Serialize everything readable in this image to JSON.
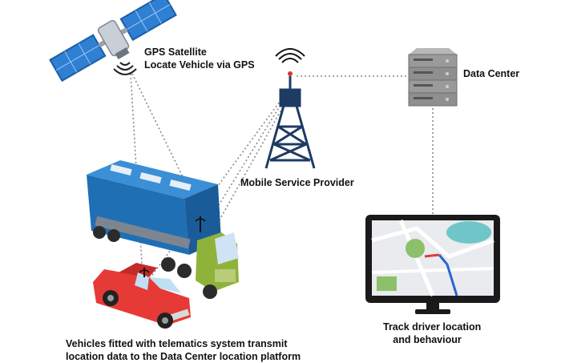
{
  "labels": {
    "gps_line1": "GPS Satellite",
    "gps_line2": "Locate Vehicle via GPS",
    "data_center": "Data Center",
    "mobile_provider": "Mobile Service Provider",
    "track_line1": "Track driver location",
    "track_line2": "and behaviour",
    "vehicles_line1": "Vehicles fitted with telematics system transmit",
    "vehicles_line2": "location data to the Data Center location platform"
  },
  "colors": {
    "satellite_panel": "#2f7fd3",
    "truck_container": "#1f6fb5",
    "truck_cab": "#8fb33a",
    "pickup": "#e63a36",
    "tower": "#1d3b63",
    "server": "#8a8a8a",
    "monitor": "#1a1a1a",
    "link_line": "#888888"
  }
}
